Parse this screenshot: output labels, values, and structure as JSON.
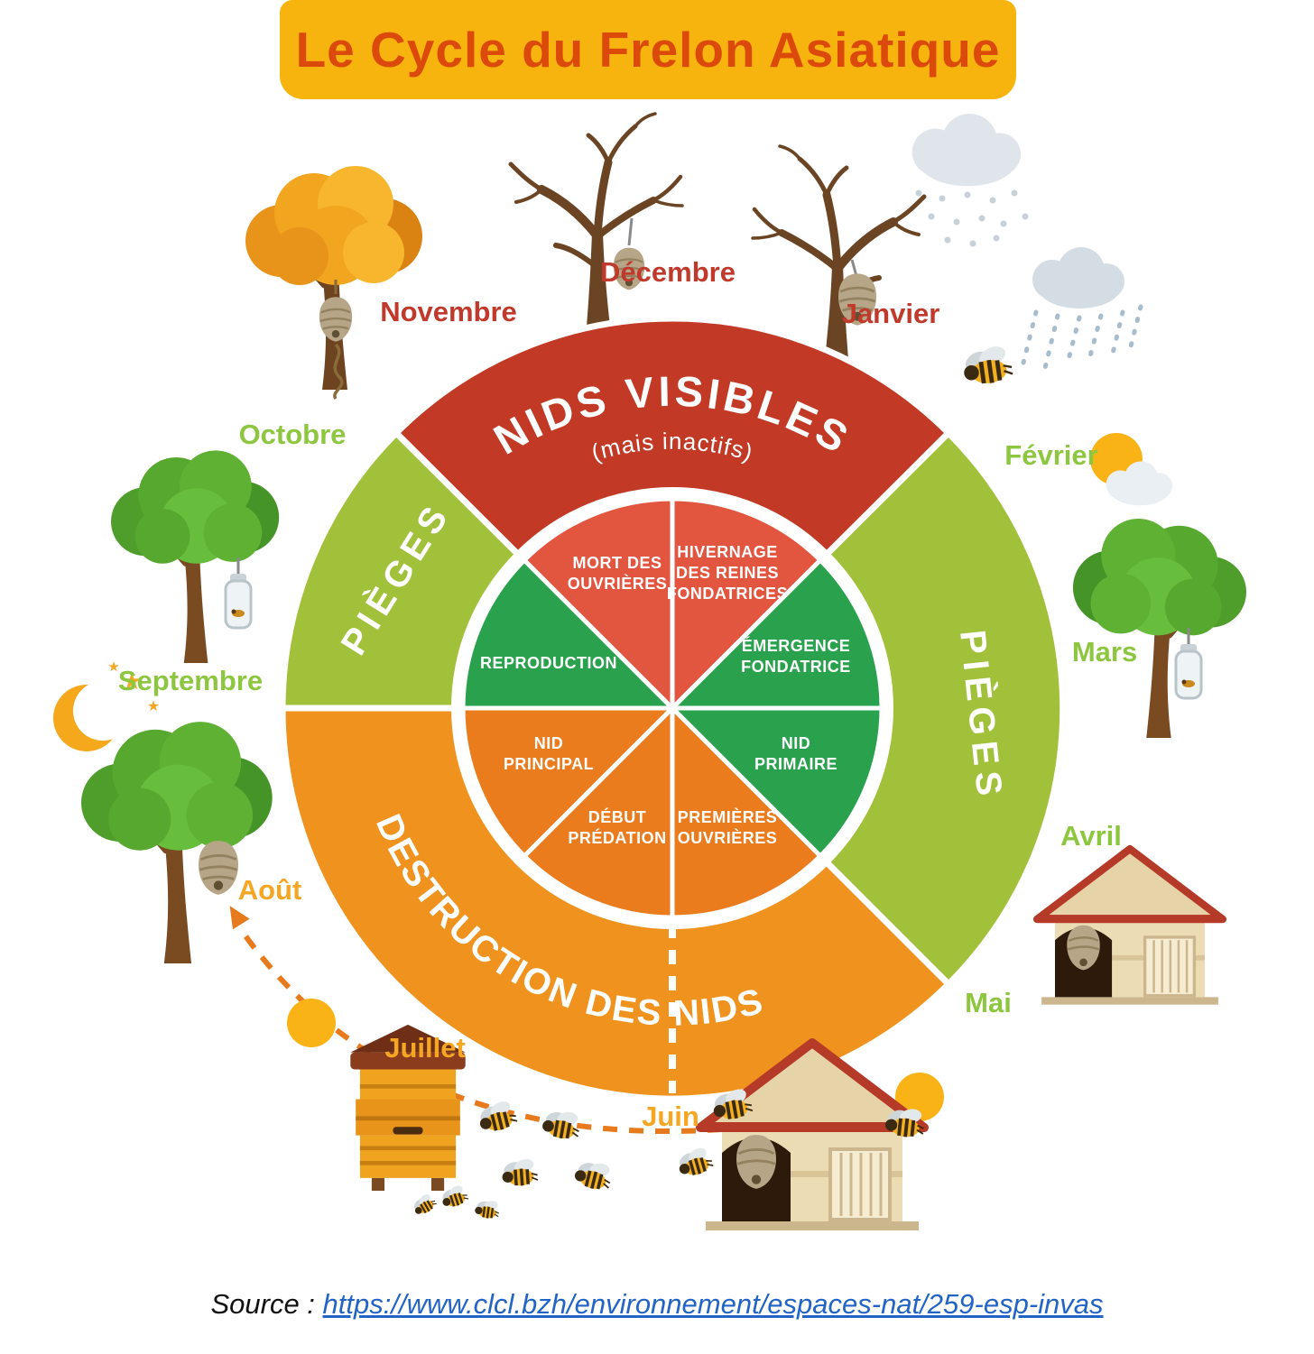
{
  "title": "Le Cycle du Frelon Asiatique",
  "source": {
    "prefix": "Source : ",
    "link_text": "https://www.clcl.bzh/environnement/espaces-nat/259-esp-invas"
  },
  "colors": {
    "banner_bg": "#F8B40E",
    "banner_text": "#DB4A0B",
    "outer_red": "#C23A26",
    "outer_green": "#A2C13B",
    "outer_orange": "#F0921E",
    "inner_red": "#E2553F",
    "inner_green": "#29A14D",
    "inner_orange": "#EA7C1E",
    "month_red": "#C0392B",
    "month_green": "#8DC63F",
    "month_orange": "#F5A21B",
    "link_blue": "#2164C6"
  },
  "wheel": {
    "outer_segments": [
      {
        "id": "nids-visibles",
        "label": "NIDS VISIBLES",
        "sublabel": "(mais inactifs)",
        "color": "#C23A26"
      },
      {
        "id": "pieges-right",
        "label": "PIÈGES",
        "color": "#A2C13B"
      },
      {
        "id": "destruction-des-nids",
        "label": "DESTRUCTION DES NIDS",
        "color": "#F0921E"
      },
      {
        "id": "pieges-left",
        "label": "PIÈGES",
        "color": "#A2C13B"
      }
    ],
    "inner_segments": [
      {
        "id": "hivernage",
        "lines": [
          "HIVERNAGE",
          "DES REINES",
          "FONDATRICES"
        ],
        "color": "#E2553F"
      },
      {
        "id": "emergence-fondatrice",
        "lines": [
          "ÉMERGENCE",
          "FONDATRICE"
        ],
        "color": "#29A14D"
      },
      {
        "id": "nid-primaire",
        "lines": [
          "NID",
          "PRIMAIRE"
        ],
        "color": "#29A14D"
      },
      {
        "id": "premieres-ouvrieres",
        "lines": [
          "PREMIÈRES",
          "OUVRIÈRES"
        ],
        "color": "#EA7C1E"
      },
      {
        "id": "debut-predation",
        "lines": [
          "DÉBUT",
          "PRÉDATION"
        ],
        "color": "#EA7C1E"
      },
      {
        "id": "nid-principal",
        "lines": [
          "NID",
          "PRINCIPAL"
        ],
        "color": "#EA7C1E"
      },
      {
        "id": "reproduction",
        "lines": [
          "REPRODUCTION"
        ],
        "color": "#29A14D"
      },
      {
        "id": "mort-des-ouvrieres",
        "lines": [
          "MORT DES",
          "OUVRIÈRES"
        ],
        "color": "#E2553F"
      }
    ]
  },
  "months": [
    {
      "name": "Novembre",
      "color": "#C0392B"
    },
    {
      "name": "Décembre",
      "color": "#C0392B"
    },
    {
      "name": "Janvier",
      "color": "#C0392B"
    },
    {
      "name": "Février",
      "color": "#8DC63F"
    },
    {
      "name": "Mars",
      "color": "#8DC63F"
    },
    {
      "name": "Avril",
      "color": "#8DC63F"
    },
    {
      "name": "Mai",
      "color": "#8DC63F"
    },
    {
      "name": "Juin",
      "color": "#F5A623"
    },
    {
      "name": "Juillet",
      "color": "#F5A623"
    },
    {
      "name": "Août",
      "color": "#F5A623"
    },
    {
      "name": "Septembre",
      "color": "#8DC63F"
    },
    {
      "name": "Octobre",
      "color": "#8DC63F"
    }
  ],
  "decorations": [
    "autumn-tree-november",
    "bare-tree-december",
    "bare-tree-january",
    "snow-cloud",
    "rain-cloud",
    "sun-and-cloud-february",
    "hornet-bee",
    "green-tree-with-trap-october",
    "green-tree-with-trap-march",
    "crescent-moon-and-stars-september",
    "green-tree-with-nest-august",
    "dashed-flight-path-arrow",
    "sun-july",
    "beehive-july",
    "bee-swarm",
    "house-with-nest-june",
    "sun-june",
    "house-with-nest-april-may",
    "hornet-nest"
  ]
}
